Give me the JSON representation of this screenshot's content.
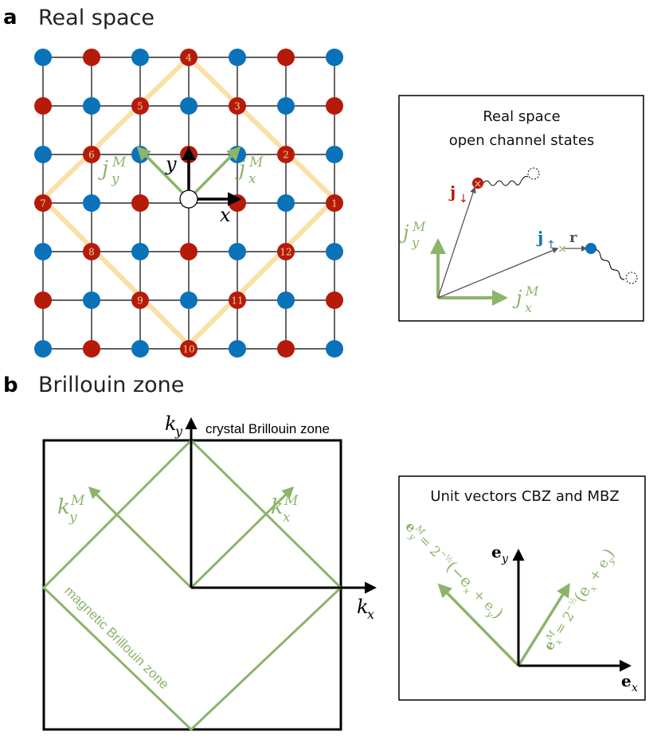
{
  "panel_a": {
    "letter": "a",
    "title": "Real space",
    "site_numbers": [
      "1",
      "2",
      "3",
      "4",
      "5",
      "6",
      "7",
      "8",
      "9",
      "10",
      "11",
      "12"
    ],
    "axis_x_label": "x",
    "axis_y_label": "y",
    "vec_jx_base": "j",
    "vec_jx_sub": "x",
    "vec_jx_sup": "M",
    "vec_jy_base": "j",
    "vec_jy_sub": "y",
    "vec_jy_sup": "M",
    "inset": {
      "title_line1": "Real space",
      "title_line2": "open channel states",
      "j_down_base": "j",
      "j_down_sub": "↓",
      "j_up_base": "j",
      "j_up_sub": "↑",
      "r_label": "r",
      "jx_base": "j",
      "jx_sub": "x",
      "jx_sup": "M",
      "jy_base": "j",
      "jy_sub": "y",
      "jy_sup": "M"
    }
  },
  "panel_b": {
    "letter": "b",
    "title": "Brillouin zone",
    "crystal_bz_label": "crystal Brillouin zone",
    "magnetic_bz_label": "magnetic Brillouin zone",
    "ky_base": "k",
    "ky_sub": "y",
    "kx_base": "k",
    "kx_sub": "x",
    "kxM_base": "k",
    "kxM_sub": "x",
    "kxM_sup": "M",
    "kyM_base": "k",
    "kyM_sub": "y",
    "kyM_sup": "M",
    "inset": {
      "title": "Unit vectors CBZ and MBZ",
      "ex_base": "e",
      "ex_sub": "x",
      "ey_base": "e",
      "ey_sub": "y",
      "eyM_formula": "e",
      "eyM_sup": "M",
      "eyM_sub": "y",
      "eyM_rest": " = 2",
      "eyM_exp": "−½",
      "eyM_paren": "(−e",
      "eyM_paren_sub": "x",
      "eyM_plus": " + e",
      "eyM_plus_sub": "y",
      "eyM_close": ")",
      "exM_formula": "e",
      "exM_sup": "M",
      "exM_sub": "x",
      "exM_rest": " = 2",
      "exM_exp": "−½",
      "exM_paren": "(e",
      "exM_paren_sub": "x",
      "exM_plus": " + e",
      "exM_plus_sub": "y",
      "exM_close": ")"
    }
  },
  "colors": {
    "red_site": "#b51a0a",
    "blue_site": "#0a72b8",
    "green": "#8db46a",
    "orange_path": "#fbdfa6",
    "grid": "#000000"
  }
}
